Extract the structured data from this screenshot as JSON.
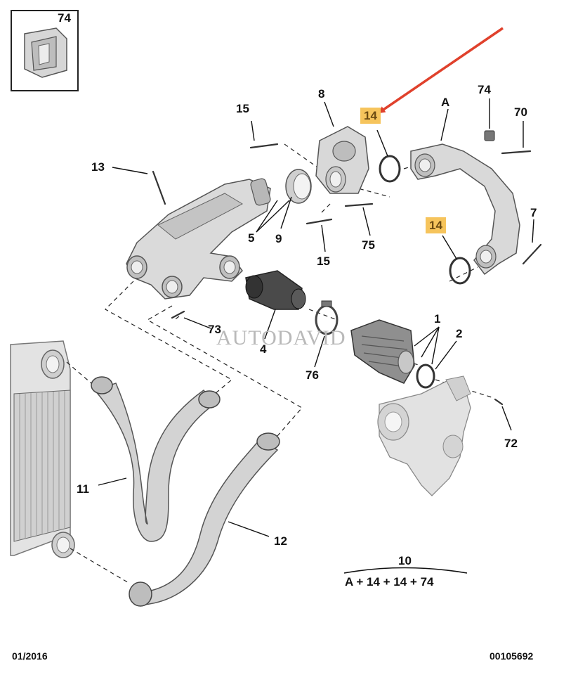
{
  "labels": {
    "inset_74": "74",
    "p15_top": "15",
    "p8": "8",
    "p14_top": "14",
    "pA": "A",
    "p74": "74",
    "p70": "70",
    "p13": "13",
    "p5": "5",
    "p9": "9",
    "p75": "75",
    "p15_bottom": "15",
    "p14_mid": "14",
    "p7": "7",
    "p73": "73",
    "p4": "4",
    "p1": "1",
    "p2": "2",
    "p76": "76",
    "p72": "72",
    "p11": "11",
    "p12": "12",
    "p10": "10"
  },
  "kit_formula": "A + 14 + 14 + 74",
  "watermark": "AUTODAVID",
  "footer": {
    "date": "01/2016",
    "ref": "00105692"
  },
  "colors": {
    "highlight": "#f6c45c",
    "arrow": "#e0412c",
    "line": "#222222",
    "part_fill": "#d9d9d9",
    "part_stroke": "#555555"
  }
}
